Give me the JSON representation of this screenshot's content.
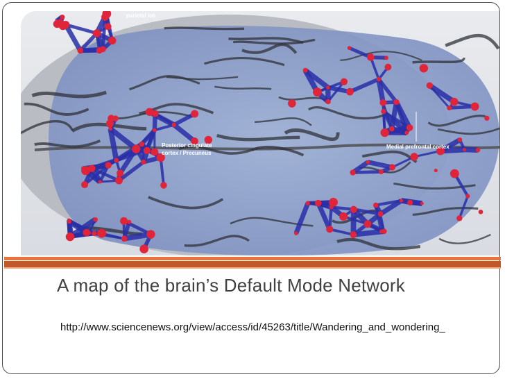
{
  "slide": {
    "title": "A map of the brain’s Default Mode Network",
    "source_url": "http://www.sciencenews.org/view/access/id/45263/title/Wandering_and_wondering_"
  },
  "image": {
    "labels": {
      "parietal": "parietal lob",
      "posterior_line1": "Posterior cingulate",
      "posterior_line2": "cortex / Precuneus",
      "medial": "Medial prefrontal cortex"
    }
  },
  "colors": {
    "accent_orange": "#e8743b",
    "accent_dark_orange": "#c2572a",
    "network_blue": "#2a2fa8",
    "node_red": "#e0243a"
  }
}
